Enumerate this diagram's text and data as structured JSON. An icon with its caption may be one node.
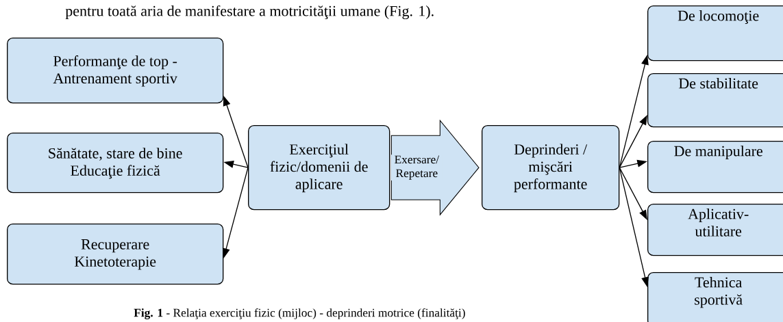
{
  "diagram": {
    "caption": "**Fig. 1** - Relaţia exerciţiu fizic (mijloc) - deprinderi motrice (finalităţi)",
    "nodes": [
      {
        "text": [
          "Performanţe de top - Antrenament sportiv"
        ]
      },
      {
        "text": [
          "Sănătate, stare de bine Educaţie fizică"
        ]
      },
      {
        "text": [
          "Recuperare Kinetoterapie"
        ]
      },
      {
        "text": [
          "Exerciţiul fizic/domenii de aplicare"
        ]
      },
      {
        "text": [
          "Deprinderi / mişcări performante"
        ]
      },
      {
        "text": [
          "De locomoţie"
        ]
      },
      {
        "text": [
          "De stabilitate"
        ]
      },
      {
        "text": [
          "De manipulare"
        ]
      },
      {
        "text": [
          "Aplicativ-utilitare"
        ]
      },
      {
        "text": [
          "Tehnica sportivă"
        ]
      }
    ],
    "edges": [
      {
        "from": 3,
        "to": 0,
        "arrow": "to"
      },
      {
        "from": 3,
        "to": 1,
        "arrow": "to"
      },
      {
        "from": 3,
        "to": 2,
        "arrow": "to"
      },
      {
        "from": 3,
        "to": 4,
        "arrow": "to",
        "label": "Exersare/ Repetare"
      },
      {
        "from": 4,
        "to": 5,
        "arrow": "to"
      },
      {
        "from": 4,
        "to": 6,
        "arrow": "to"
      },
      {
        "from": 4,
        "to": 7,
        "arrow": "to"
      },
      {
        "from": 4,
        "to": 8,
        "arrow": "to"
      },
      {
        "from": 4,
        "to": 9,
        "arrow": "to"
      }
    ],
    "labels": [
      "pentru toată aria de manifestare a motricităţii umane (Fig. 1)."
    ]
  }
}
